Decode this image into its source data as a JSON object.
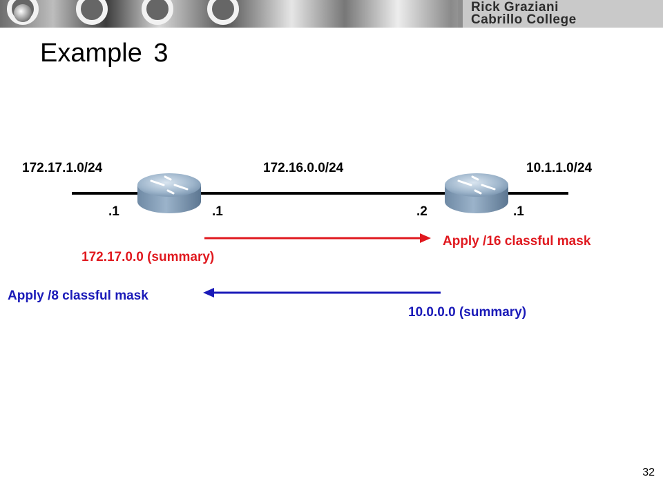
{
  "header": {
    "author_line1": "Rick Graziani",
    "author_line2": "Cabrillo College"
  },
  "slide": {
    "title": "Example 3",
    "page_number": "32"
  },
  "networks": {
    "left": "172.17.1.0/24",
    "middle": "172.16.0.0/24",
    "right": "10.1.1.0/24"
  },
  "interfaces": {
    "r1_left": ".1",
    "r1_right": ".1",
    "r2_left": ".2",
    "r2_right": ".1"
  },
  "updates": {
    "forward_summary": "172.17.0.0 (summary)",
    "forward_action": "Apply /16 classful mask",
    "backward_summary": "10.0.0.0 (summary)",
    "backward_action": "Apply /8 classful mask"
  },
  "colors": {
    "forward_arrow": "#e0191f",
    "backward_arrow": "#1a1ab8",
    "router_body": "#8fa9c4"
  },
  "icons": [
    "router-icon"
  ]
}
